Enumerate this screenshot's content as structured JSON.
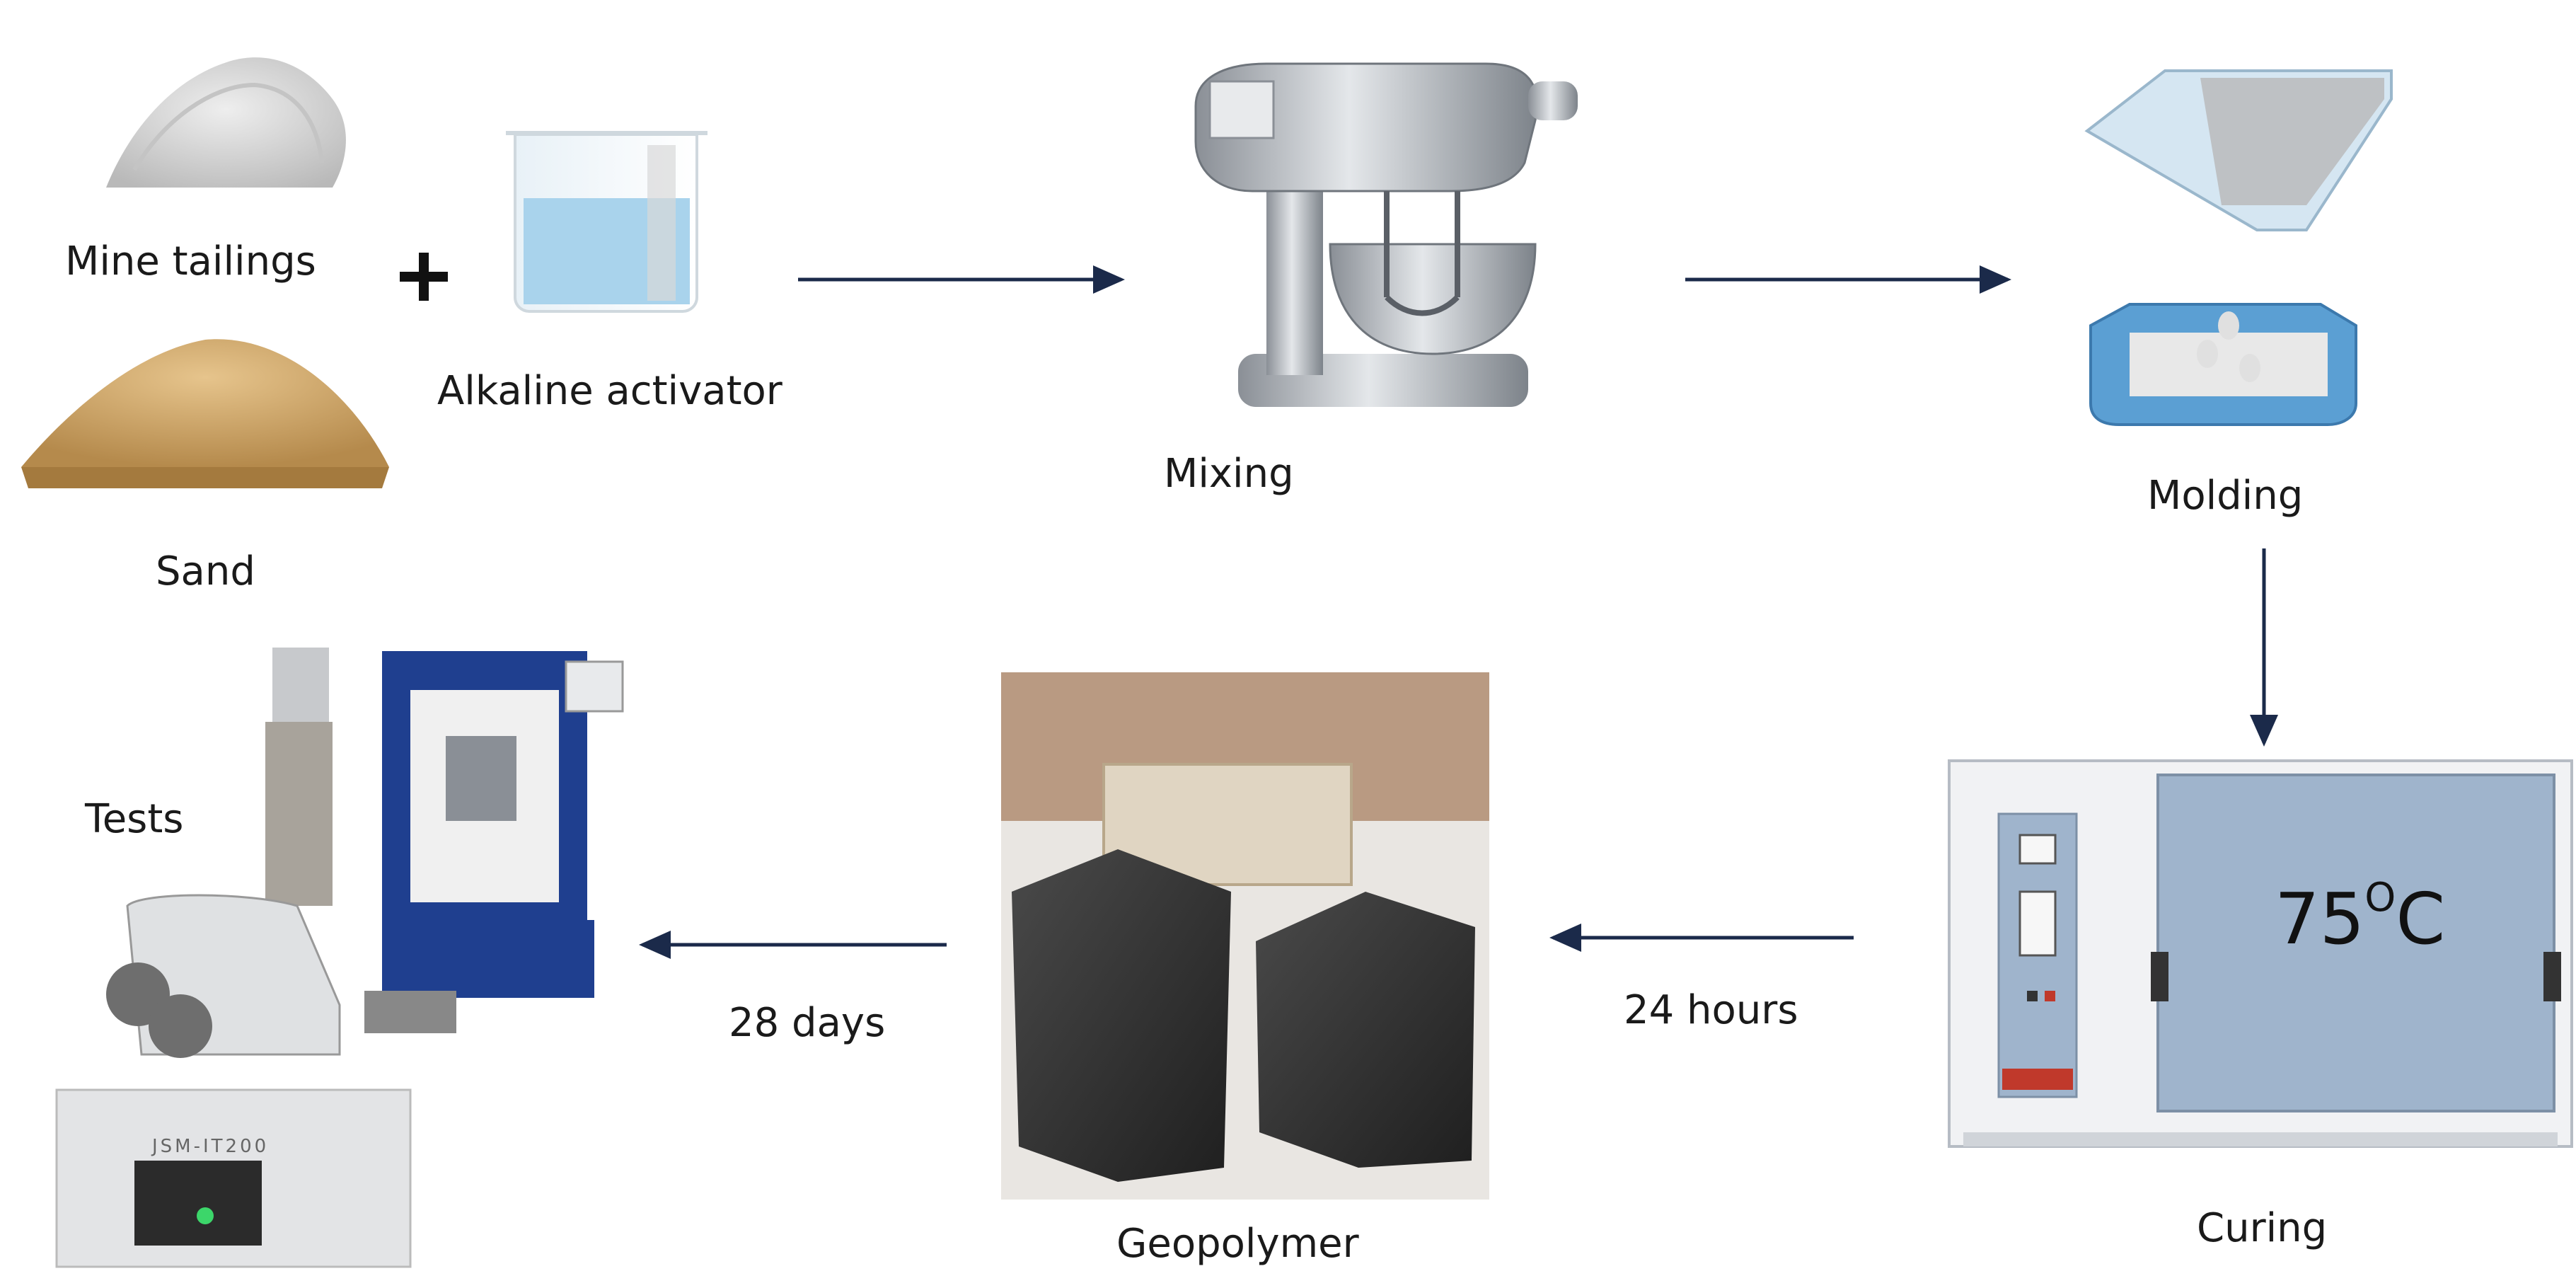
{
  "labels": {
    "mine_tailings": "Mine tailings",
    "plus": "+",
    "alkaline_activator": "Alkaline activator",
    "sand": "Sand",
    "mixing": "Mixing",
    "molding": "Molding",
    "curing": "Curing",
    "temperature_value": "75",
    "temperature_degree": "O",
    "temperature_unit": "C",
    "hours_24": "24 hours",
    "geopolymer": "Geopolymer",
    "days_28": "28 days",
    "tests": "Tests",
    "instrument_model": "JSM-IT200"
  },
  "colors": {
    "arrow": "#1b2a4a",
    "liquid": "#a9d3ec",
    "mold_blue": "#5b9fd3",
    "oven_panel": "#9fb4cc",
    "machine_blue": "#1f3f8f",
    "sand": "#c9a46a",
    "tailings": "#d0d0d0",
    "block_dark": "#2e2e2e"
  }
}
